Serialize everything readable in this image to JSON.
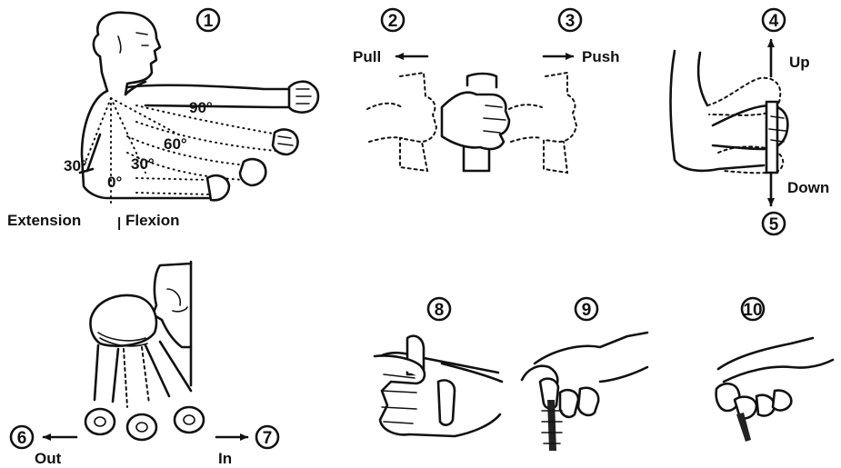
{
  "markers": [
    "1",
    "2",
    "3",
    "4",
    "5",
    "6",
    "7",
    "8",
    "9",
    "10"
  ],
  "angles": {
    "a90": "90°",
    "a60": "60°",
    "a30_left": "30°",
    "a30_right": "30°",
    "a0": "0°"
  },
  "captions": {
    "extension": "Extension",
    "separator": "|",
    "flexion": "Flexion",
    "pull": "Pull",
    "push": "Push",
    "up": "Up",
    "down": "Down",
    "out": "Out",
    "in": "In"
  }
}
